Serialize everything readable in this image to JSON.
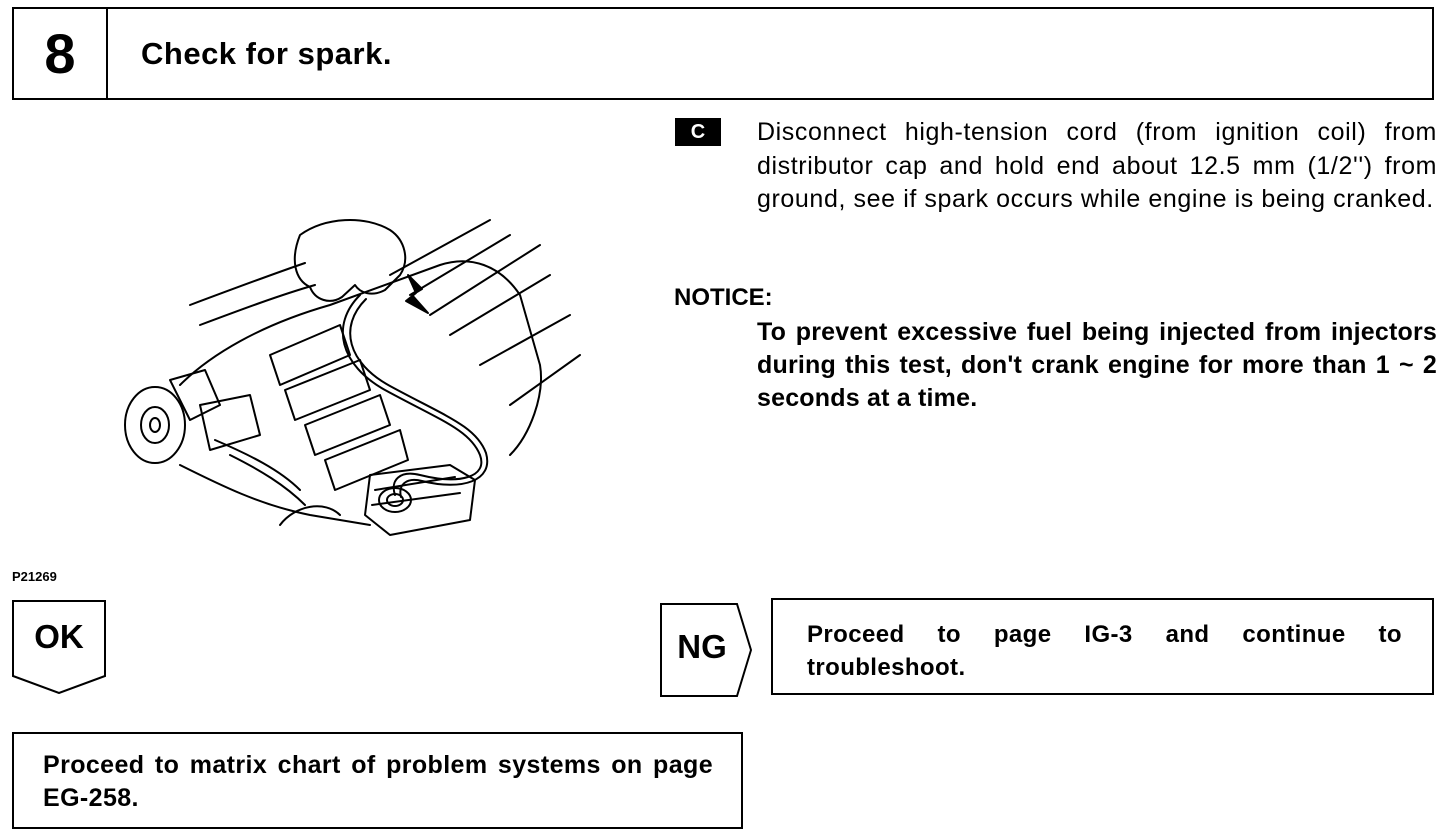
{
  "step": {
    "number": "8",
    "title": "Check for spark."
  },
  "figure": {
    "code": "P21269"
  },
  "instruction": {
    "badge": "C",
    "text": "Disconnect high-tension cord (from ignition coil) from distributor cap and hold end about 12.5 mm (1/2'') from ground, see if spark occurs while engine is being cranked."
  },
  "notice": {
    "label": "NOTICE:",
    "text": "To prevent excessive fuel being injected from injectors during this test, don't crank engine for more than 1 ~ 2 seconds at a time."
  },
  "ok": {
    "label": "OK",
    "text": "Proceed to matrix chart of problem systems on page EG-258."
  },
  "ng": {
    "label": "NG",
    "text": "Proceed to page IG-3 and continue to troubleshoot."
  }
}
